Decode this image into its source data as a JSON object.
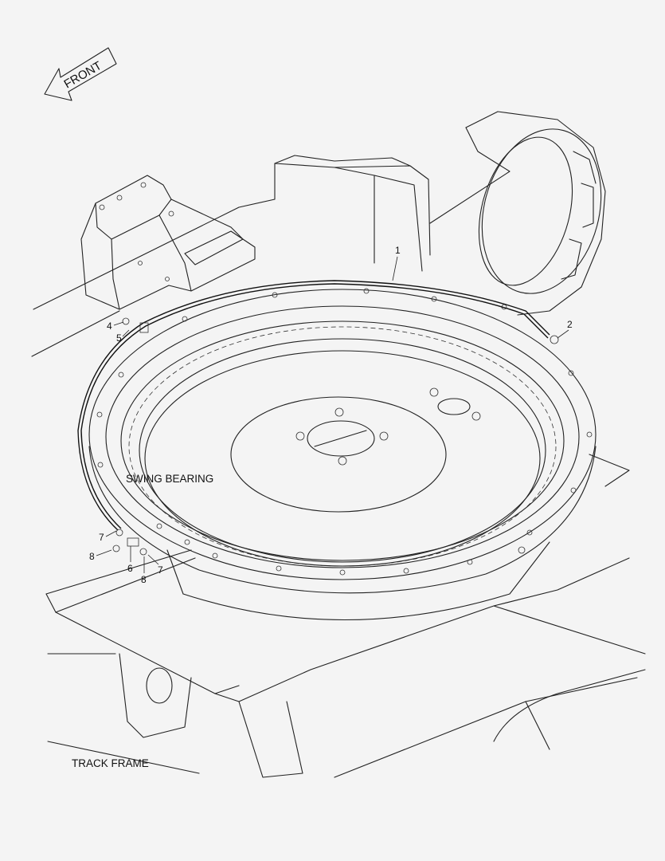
{
  "orientation": {
    "front_label": "FRONT"
  },
  "labels": {
    "swing_bearing": "SWING BEARING",
    "track_frame": "TRACK FRAME"
  },
  "callouts": [
    "1",
    "2",
    "4",
    "5",
    "7",
    "8",
    "6",
    "8",
    "7"
  ]
}
